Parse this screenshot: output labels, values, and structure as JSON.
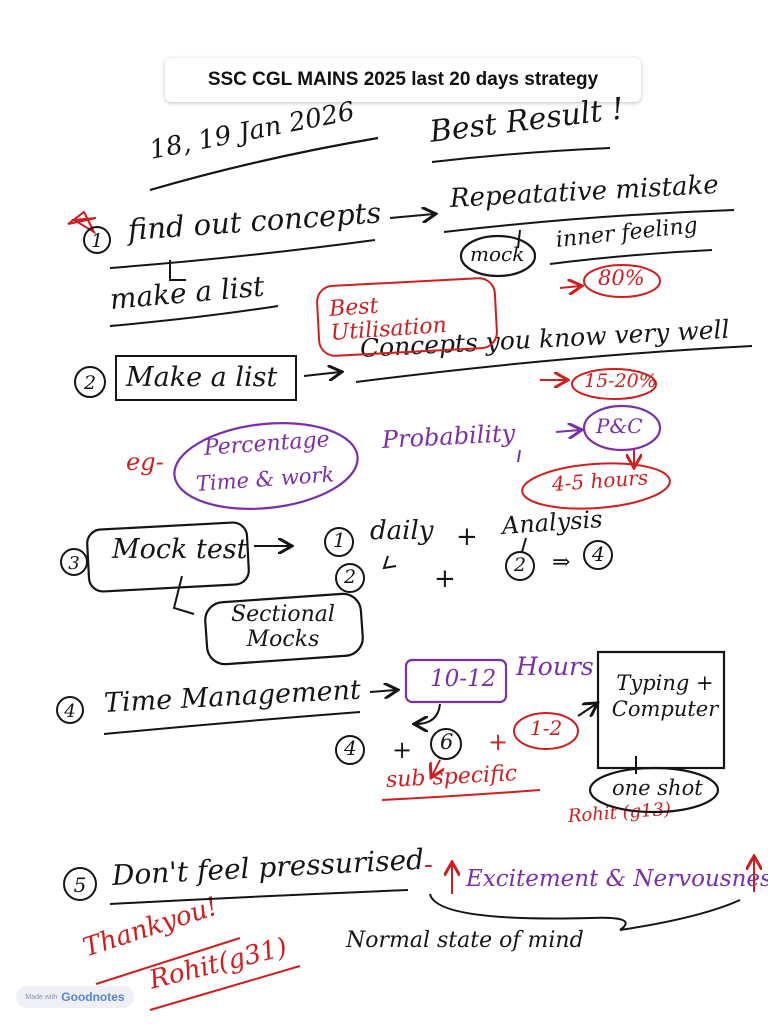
{
  "title": "SSC CGL MAINS 2025 last 20 days strategy",
  "colors": {
    "ink_black": "#151515",
    "ink_red": "#d11d1d",
    "ink_purple": "#7b2fa8"
  },
  "header": {
    "date": "18, 19 Jan 2026",
    "tagline": "Best Result !"
  },
  "point1": {
    "num": "1",
    "text": "find out concepts",
    "right": "Repeatative mistake",
    "mock": "mock",
    "inner": "inner feeling",
    "percent": "80%",
    "sub": "make a list",
    "note": "Best Utilisation"
  },
  "point2": {
    "num": "2",
    "text": "Make a list",
    "right": "Concepts you know very well",
    "percent": "15-20%",
    "eg": "eg-",
    "topic1": "Percentage",
    "topic2": "Time & work",
    "topic3": "Probability",
    "topic4": "P&C",
    "hours": "4-5 hours"
  },
  "point3": {
    "num": "3",
    "text": "Mock test",
    "n1": "1",
    "daily": "daily",
    "plus1": "+",
    "analysis": "Analysis",
    "n2": "2",
    "plus2": "+",
    "n3": "2",
    "arrow": "⇒",
    "n4": "4",
    "sectional": "Sectional Mocks"
  },
  "point4": {
    "num": "4",
    "text": "Time Management",
    "hours_box": "10-12",
    "hours_label": "Hours",
    "n1": "4",
    "plus1": "+",
    "n2": "6",
    "plus2": "+",
    "n3": "1-2",
    "typing": "Typing + Computer",
    "one_shot": "one shot",
    "sub_specific": "sub specific",
    "rohit": "Rohit (g13)"
  },
  "point5": {
    "num": "5",
    "text": "Don't feel pressurised",
    "dash": "-",
    "right": "Excitement & Nervousness",
    "normal": "Normal state of mind",
    "thanks": "Thankyou!",
    "rohit": "Rohit(g31)"
  },
  "badge": {
    "made_with": "Made with",
    "brand": "Goodnotes"
  }
}
